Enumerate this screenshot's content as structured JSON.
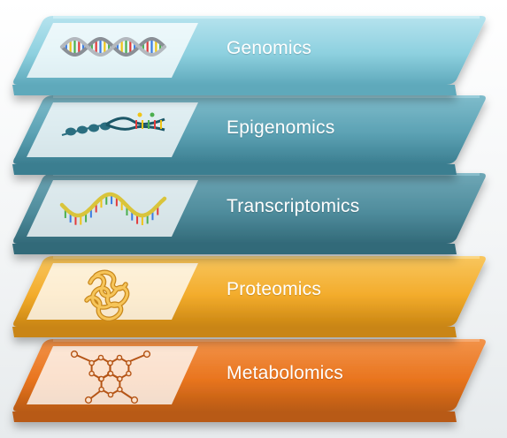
{
  "layers": [
    {
      "label": "Genomics",
      "icon": "dna-double-helix-icon",
      "colors": {
        "front": "#8dd0df",
        "frontLight": "#b6e3ee",
        "top": "#cfeef5",
        "edge": "#5fa9bb"
      }
    },
    {
      "label": "Epigenomics",
      "icon": "chromatin-unwinding-icon",
      "colors": {
        "front": "#5ca2b4",
        "frontLight": "#7fbccb",
        "top": "#9ccfdb",
        "edge": "#3b7e90"
      }
    },
    {
      "label": "Transcriptomics",
      "icon": "rna-strand-icon",
      "colors": {
        "front": "#4f8c9c",
        "frontLight": "#6ea7b6",
        "top": "#8bbfcc",
        "edge": "#326a79"
      }
    },
    {
      "label": "Proteomics",
      "icon": "folded-protein-icon",
      "colors": {
        "front": "#f3ac2c",
        "frontLight": "#f8c65e",
        "top": "#fbd88a",
        "edge": "#c98512"
      }
    },
    {
      "label": "Metabolomics",
      "icon": "metabolite-molecule-icon",
      "colors": {
        "front": "#e9751f",
        "frontLight": "#f2934a",
        "top": "#f6ad74",
        "edge": "#b85a12"
      }
    }
  ]
}
